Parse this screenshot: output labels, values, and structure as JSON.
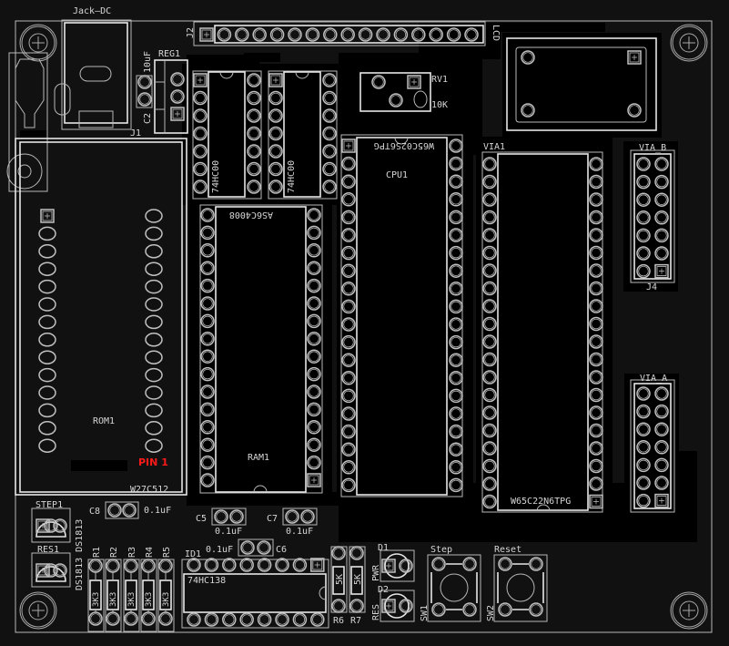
{
  "colors": {
    "background": "#111111",
    "silkscreen": "#c8c8c8",
    "pad": "#bdbdbd",
    "pin1_marker": "#ff1a1a",
    "mask": "#000000"
  },
  "labels": {
    "jack": "Jack—DC",
    "j1": "J1",
    "j2": "J2",
    "lcd": "LCD",
    "reg1": "REG1",
    "c2": "C2",
    "c2_value": "10uF",
    "u_74hc00_a": "74HC00",
    "u_74hc00_b": "74HC00",
    "rv1": "RV1",
    "rv1_value": "10K",
    "cpu_part": "W65C02S6TPG",
    "cpu_ref": "CPU1",
    "via1_ref": "VIA1",
    "via_part": "W65C22N6TPG",
    "via_b": "VIA_B",
    "j4": "J4",
    "via_a": "VIA_A",
    "rom_ref": "ROM1",
    "pin1": "PIN 1",
    "rom_part": "W27C512",
    "ram_part": "AS6C4008",
    "ram_ref": "RAM1",
    "step1": "STEP1",
    "res1": "RES1",
    "ds1813": "DS1813 DS1813",
    "c8": "C8",
    "c8_value": "0.1uF",
    "c5": "C5",
    "c5_value": "0.1uF",
    "c7": "C7",
    "c7_value": "0.1uF",
    "c6": "C6",
    "c6_value": "0.1uF",
    "resistors": [
      {
        "ref": "R1",
        "value": "3K3"
      },
      {
        "ref": "R2",
        "value": "3K3"
      },
      {
        "ref": "R3",
        "value": "3K3"
      },
      {
        "ref": "R4",
        "value": "3K3"
      },
      {
        "ref": "R5",
        "value": "3K3"
      }
    ],
    "id1": "ID1",
    "id1_part": "74HC138",
    "r6": "R6",
    "r6_value": "5K",
    "r7": "R7",
    "r7_value": "5K",
    "d1": "D1",
    "d1_value": "PWR",
    "d2": "D2",
    "d2_value": "RES",
    "sw1_label": "Step",
    "sw1": "SW1",
    "sw2_label": "Reset",
    "sw2": "SW2"
  }
}
